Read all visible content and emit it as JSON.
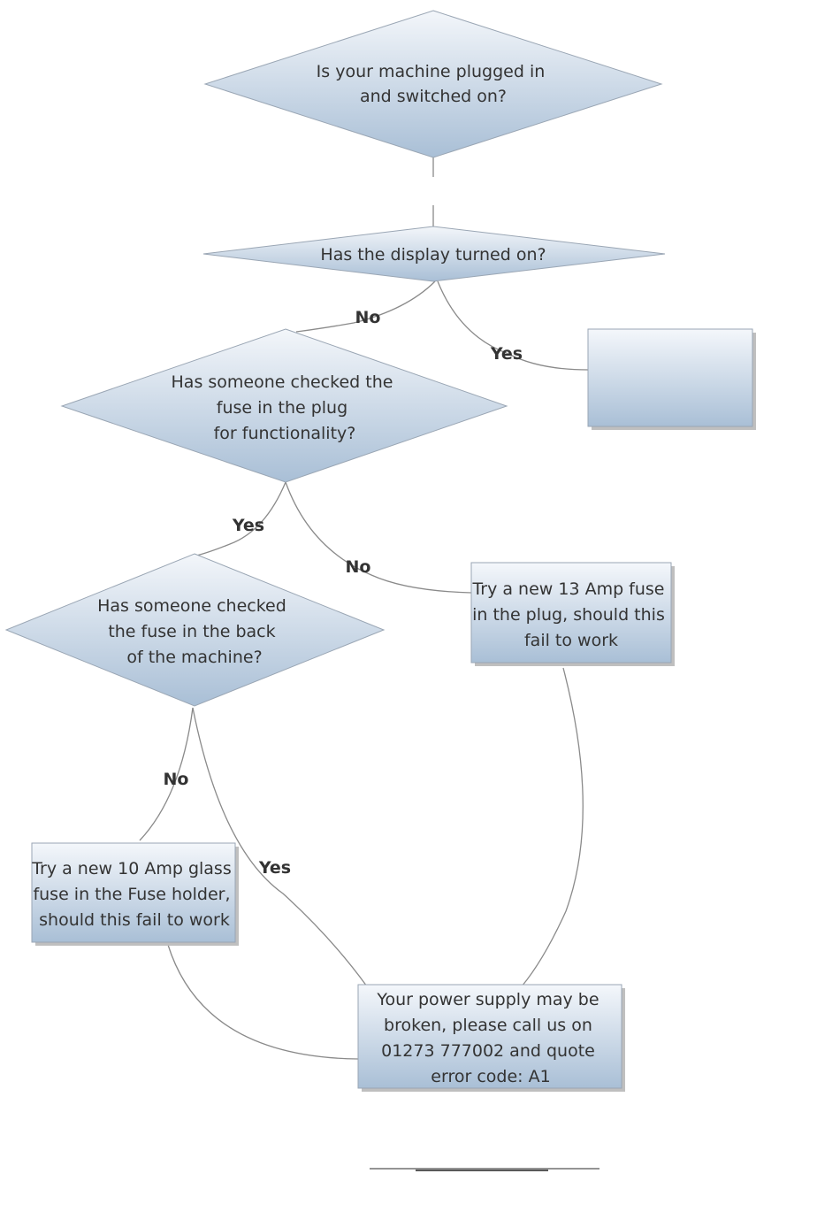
{
  "nodes": {
    "plugged_in": {
      "type": "decision",
      "lines": [
        "Is your machine plugged in",
        "and switched on?"
      ]
    },
    "display_on": {
      "type": "decision",
      "lines": [
        "Has the display turned on?"
      ]
    },
    "empty_box": {
      "type": "process",
      "lines": []
    },
    "plug_fuse_checked": {
      "type": "decision",
      "lines": [
        "Has someone checked the",
        "fuse in the plug",
        "for functionality?"
      ]
    },
    "try_13_amp": {
      "type": "process",
      "lines": [
        "Try a new 13 Amp fuse",
        "in the plug, should this",
        "fail to work"
      ]
    },
    "back_fuse_checked": {
      "type": "decision",
      "lines": [
        "Has someone checked",
        "the fuse in the back",
        "of the machine?"
      ]
    },
    "try_10_amp": {
      "type": "process",
      "lines": [
        "Try a new 10 Amp glass",
        "fuse in the Fuse holder,",
        "should this fail to work"
      ]
    },
    "power_supply": {
      "type": "process",
      "lines": [
        "Your power supply may be",
        "broken, please call us on",
        "01273 777002 and quote",
        "error code: A1"
      ]
    }
  },
  "edges": {
    "display_no": {
      "from": "display_on",
      "to": "plug_fuse_checked",
      "label": "No"
    },
    "display_yes": {
      "from": "display_on",
      "to": "empty_box",
      "label": "Yes"
    },
    "plug_yes": {
      "from": "plug_fuse_checked",
      "to": "back_fuse_checked",
      "label": "Yes"
    },
    "plug_no": {
      "from": "plug_fuse_checked",
      "to": "try_13_amp",
      "label": "No"
    },
    "back_no": {
      "from": "back_fuse_checked",
      "to": "try_10_amp",
      "label": "No"
    },
    "back_yes": {
      "from": "back_fuse_checked",
      "to": "power_supply",
      "label": "Yes"
    },
    "amp13_to_power": {
      "from": "try_13_amp",
      "to": "power_supply",
      "label": ""
    },
    "amp10_to_power": {
      "from": "try_10_amp",
      "to": "power_supply",
      "label": ""
    }
  }
}
